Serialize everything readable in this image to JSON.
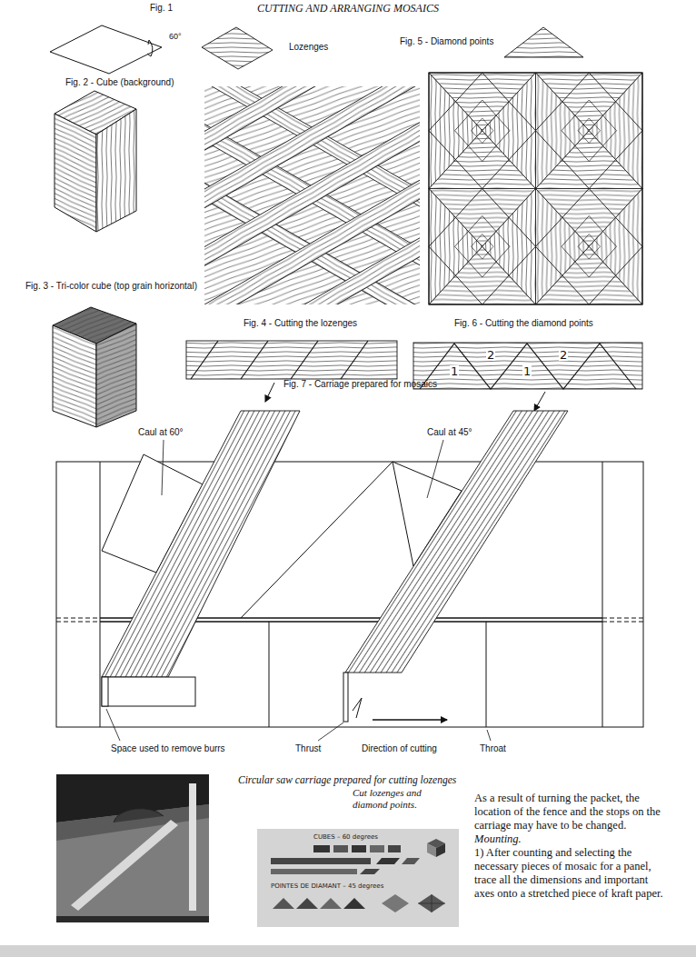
{
  "diagram": {
    "title": "CUTTING AND ARRANGING MOSAICS",
    "labels": [
      "Fig. 1",
      "60°",
      "Lozenges",
      "Fig. 5 - Diamond points",
      "Fig. 2 - Cube (background)",
      "Fig. 3 - Tri-color cube (top grain horizontal)",
      "Fig. 4 - Cutting the lozenges",
      "Fig. 6 - Cutting the diamond points",
      "1",
      "2",
      "1",
      "2",
      "Fig. 7 - Carriage prepared for mosaics",
      "Caul at 60°",
      "Caul at 45°",
      "Space used to remove burrs",
      "Thrust",
      "Direction of cutting",
      "Throat",
      "Circular saw carriage prepared for cutting lozenges",
      "Cut lozenges and diamond points.",
      "CUBES – 60 degrees",
      "POINTES DE DIAMANT – 45 degrees",
      "As a result of turning the packet, the location of the fence and the stops on the carriage may have to be changed.",
      "Mounting.",
      "1) After counting and selecting the necessary pieces of mosaic for a panel, trace all the dimensions and important axes onto a stretched piece of kraft paper."
    ]
  }
}
